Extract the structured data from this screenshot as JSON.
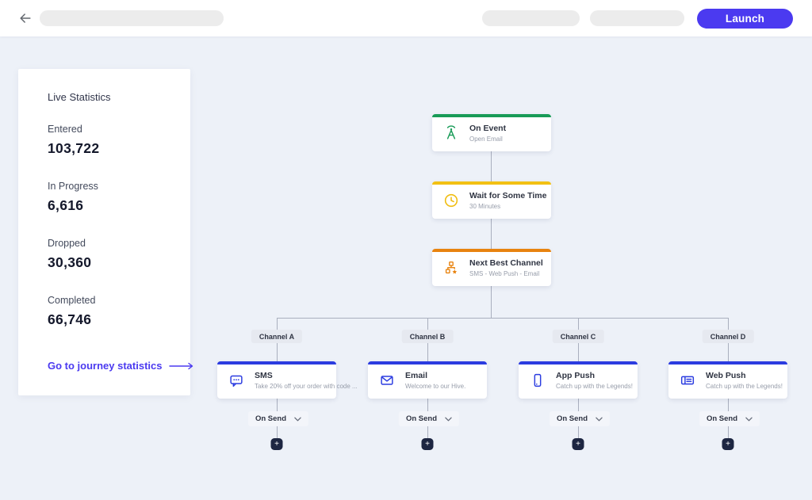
{
  "topbar": {
    "launch_label": "Launch"
  },
  "stats_panel": {
    "title": "Live Statistics",
    "stats": [
      {
        "label": "Entered",
        "value": "103,722"
      },
      {
        "label": "In Progress",
        "value": "6,616"
      },
      {
        "label": "Dropped",
        "value": "30,360"
      },
      {
        "label": "Completed",
        "value": "66,746"
      }
    ],
    "link_label": "Go to journey statistics"
  },
  "flow": {
    "nodes": [
      {
        "title": "On Event",
        "subtitle": "Open Email",
        "icon": "broadcast-antenna-icon"
      },
      {
        "title": "Wait for Some Time",
        "subtitle": "30 Minutes",
        "icon": "clock-icon"
      },
      {
        "title": "Next Best Channel",
        "subtitle": "SMS - Web Push - Email",
        "icon": "hierarchy-star-icon"
      }
    ],
    "branches": [
      {
        "label": "Channel A",
        "title": "SMS",
        "subtitle": "Take 20% off your order with code ...",
        "icon": "sms-bubble-icon",
        "on_send": "On Send"
      },
      {
        "label": "Channel B",
        "title": "Email",
        "subtitle": "Welcome to our Hive.",
        "icon": "email-envelope-icon",
        "on_send": "On Send"
      },
      {
        "label": "Channel C",
        "title": "App Push",
        "subtitle": "Catch up with the Legends!",
        "icon": "app-push-phone-icon",
        "on_send": "On Send"
      },
      {
        "label": "Channel D",
        "title": "Web Push",
        "subtitle": "Catch up with the Legends!",
        "icon": "web-push-browser-icon",
        "on_send": "On Send"
      }
    ],
    "add_label": "+"
  },
  "colors": {
    "indigo": "#4b3af0",
    "green": "#189b57",
    "yellow": "#f2c013",
    "orange": "#e8830f",
    "blue": "#2b3ce0",
    "canvas": "#edf1f8",
    "navy": "#1d2642"
  }
}
